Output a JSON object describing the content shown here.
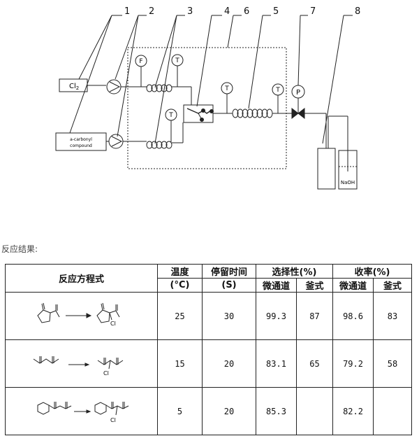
{
  "diagram": {
    "callouts": [
      "1",
      "2",
      "3",
      "4",
      "6",
      "5",
      "7",
      "8"
    ],
    "cl2_label": "Cl",
    "cl2_subscript": "2",
    "compound_label_line1": "a-carbonyl",
    "compound_label_line2": "compound",
    "gauge_f": "F",
    "gauge_t": "T",
    "gauge_p": "P",
    "naoh_label": "NaOH"
  },
  "result_label": "反应结果:",
  "table": {
    "headers": {
      "equation": "反应方程式",
      "temp_line1": "温度",
      "temp_line2": "(°C)",
      "time_line1": "停留时间",
      "time_line2": "(S)",
      "selectivity": "选择性(%)",
      "yield": "收率(%)",
      "microchannel": "微通道",
      "kettle": "釜式"
    },
    "rows": [
      {
        "temp": "25",
        "time": "30",
        "sel_micro": "99.3",
        "sel_kettle": "87",
        "yield_micro": "98.6",
        "yield_kettle": "83",
        "cl": "Cl"
      },
      {
        "temp": "15",
        "time": "20",
        "sel_micro": "83.1",
        "sel_kettle": "65",
        "yield_micro": "79.2",
        "yield_kettle": "58",
        "cl": "Cl"
      },
      {
        "temp": "5",
        "time": "20",
        "sel_micro": "85.3",
        "sel_kettle": "",
        "yield_micro": "82.2",
        "yield_kettle": "",
        "cl": "Cl"
      }
    ]
  }
}
